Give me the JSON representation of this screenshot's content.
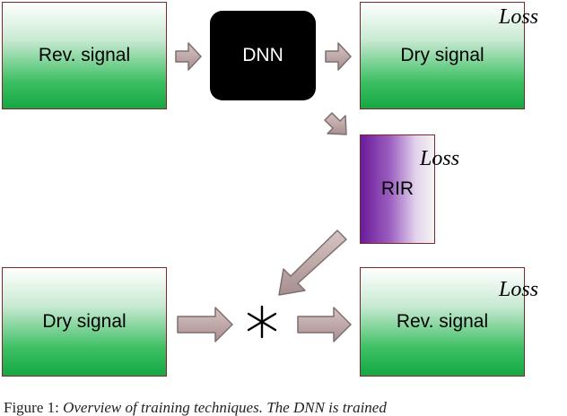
{
  "diagram": {
    "top_row": {
      "input_label": "Rev. signal",
      "network_label": "DNN",
      "output_label": "Dry signal",
      "output_loss": "Loss"
    },
    "middle": {
      "rir_label": "RIR",
      "rir_loss": "Loss"
    },
    "bottom_row": {
      "input_label": "Dry signal",
      "operator": "∗",
      "output_label": "Rev. signal",
      "output_loss": "Loss"
    }
  },
  "caption": {
    "prefix": "Figure 1: ",
    "italic_text": "Overview of training techniques. The DNN is trained"
  },
  "colors": {
    "box_border": "#7a2a2a",
    "green": "#15a844",
    "purple": "#6a1b9a",
    "arrow_fill": "#bfa3a3",
    "arrow_stroke": "#7d6f6f"
  }
}
